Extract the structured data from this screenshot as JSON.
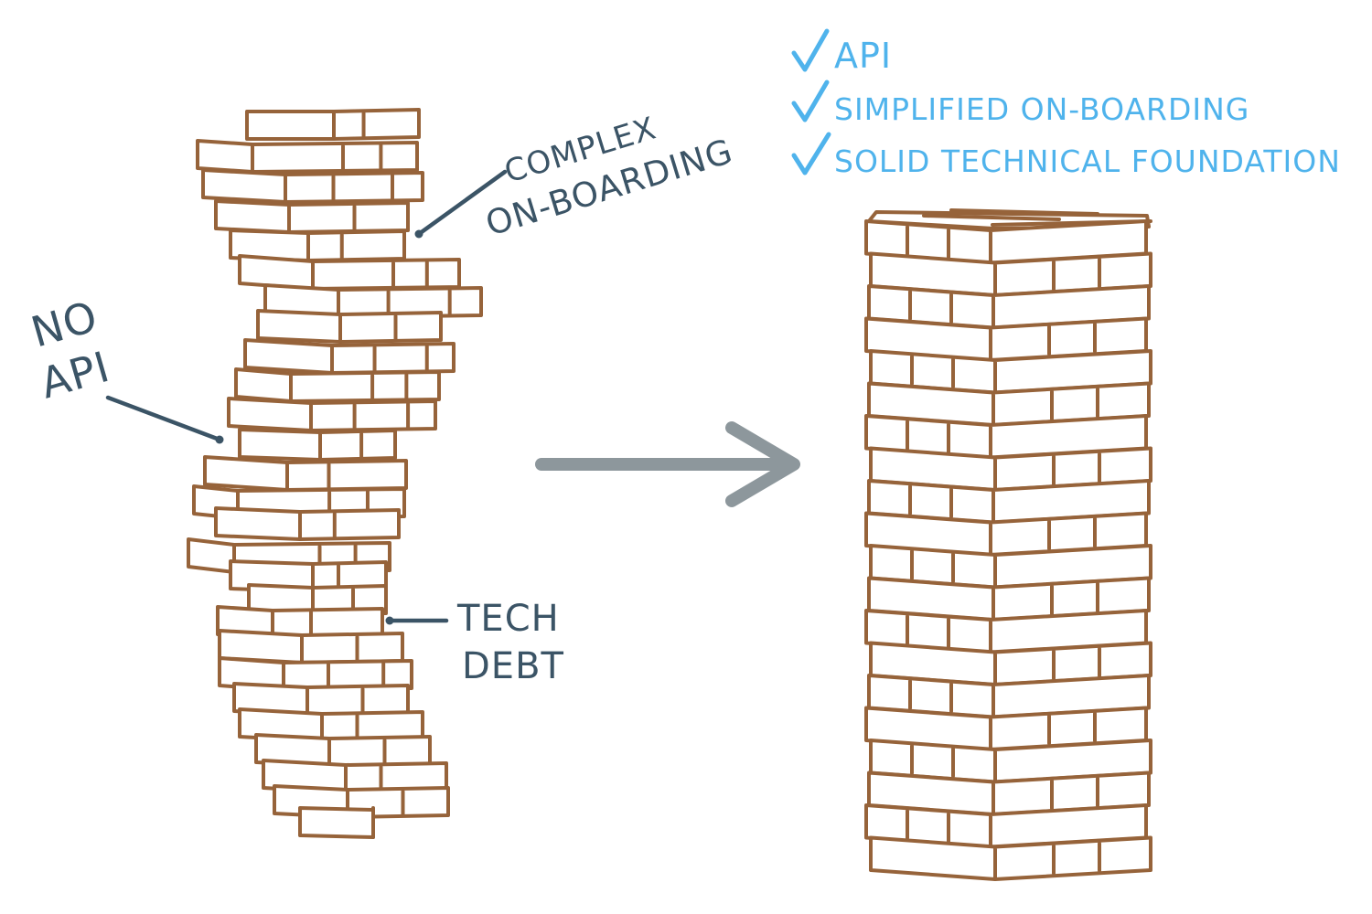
{
  "colors": {
    "wood": "#96633a",
    "annotation": "#3b5466",
    "checklist": "#4fb3ec",
    "arrow": "#8d979c",
    "background": "#ffffff"
  },
  "labels": {
    "complex_onboarding_line1": "COMPLEX",
    "complex_onboarding_line2": "ON-BOARDING",
    "no_api_line1": "NO",
    "no_api_line2": "API",
    "tech_debt_line1": "TECH",
    "tech_debt_line2": "DEBT"
  },
  "checklist": [
    {
      "icon": "checkmark-icon",
      "text": "API"
    },
    {
      "icon": "checkmark-icon",
      "text": "SIMPLIFIED ON-BOARDING"
    },
    {
      "icon": "checkmark-icon",
      "text": "SOLID TECHNICAL FOUNDATION"
    }
  ],
  "arrow_icon": "right-arrow-icon"
}
